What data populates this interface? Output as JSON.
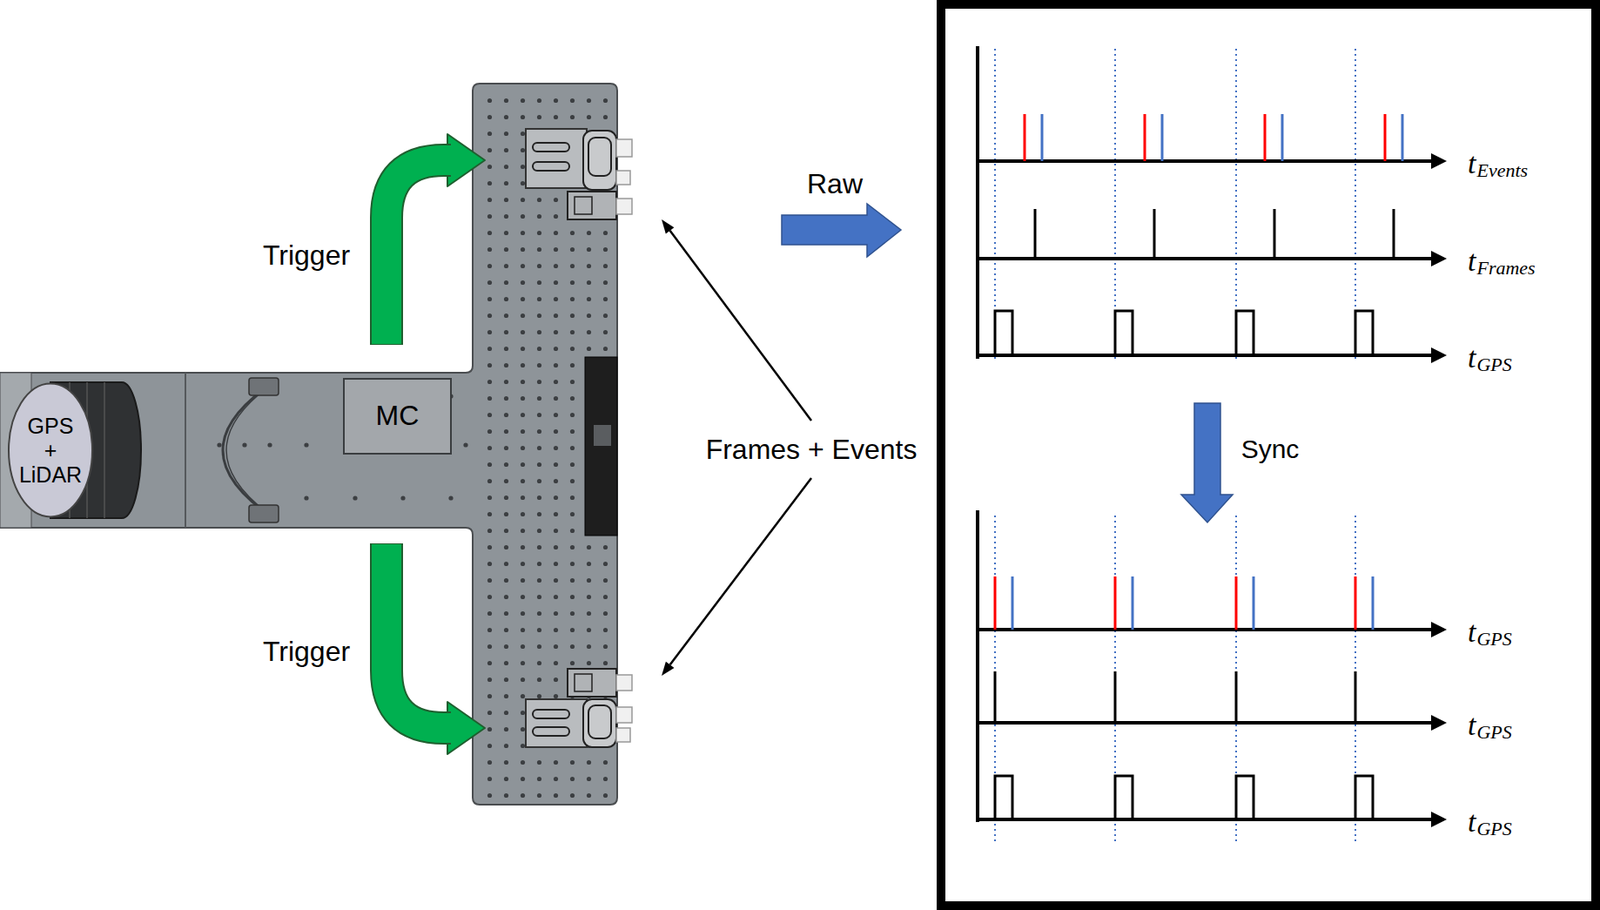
{
  "diagram": {
    "nodes": [
      {
        "text": [
          "GPS + LiDAR"
        ]
      },
      {
        "text": [
          "MC"
        ]
      },
      {
        "text": [
          "t",
          "Events",
          "t",
          "Frames",
          "t",
          "GPS",
          "Sync",
          "t",
          "GPS",
          "t",
          "GPS",
          "t",
          "GPS"
        ]
      }
    ],
    "labels": [
      "Trigger",
      "Raw",
      "Frames + Events",
      "Trigger"
    ]
  }
}
